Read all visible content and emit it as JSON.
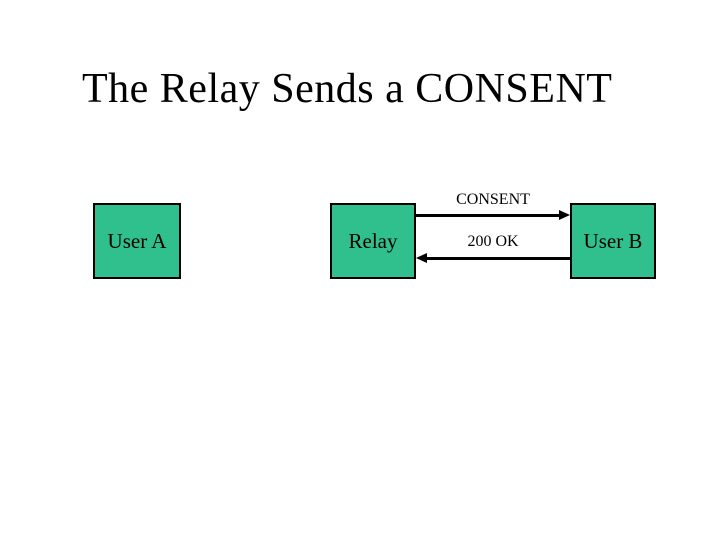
{
  "slide": {
    "title": "The Relay Sends a CONSENT",
    "colors": {
      "background": "#ffffff",
      "box_fill": "#2fc08e",
      "box_border": "#000000",
      "text": "#000000",
      "arrow": "#000000"
    },
    "nodes": [
      {
        "id": "user-a",
        "label": "User A"
      },
      {
        "id": "relay",
        "label": "Relay"
      },
      {
        "id": "user-b",
        "label": "User B"
      }
    ],
    "messages": [
      {
        "label": "CONSENT",
        "from": "Relay",
        "to": "User B",
        "direction": "right"
      },
      {
        "label": "200 OK",
        "from": "User B",
        "to": "Relay",
        "direction": "left"
      }
    ]
  }
}
